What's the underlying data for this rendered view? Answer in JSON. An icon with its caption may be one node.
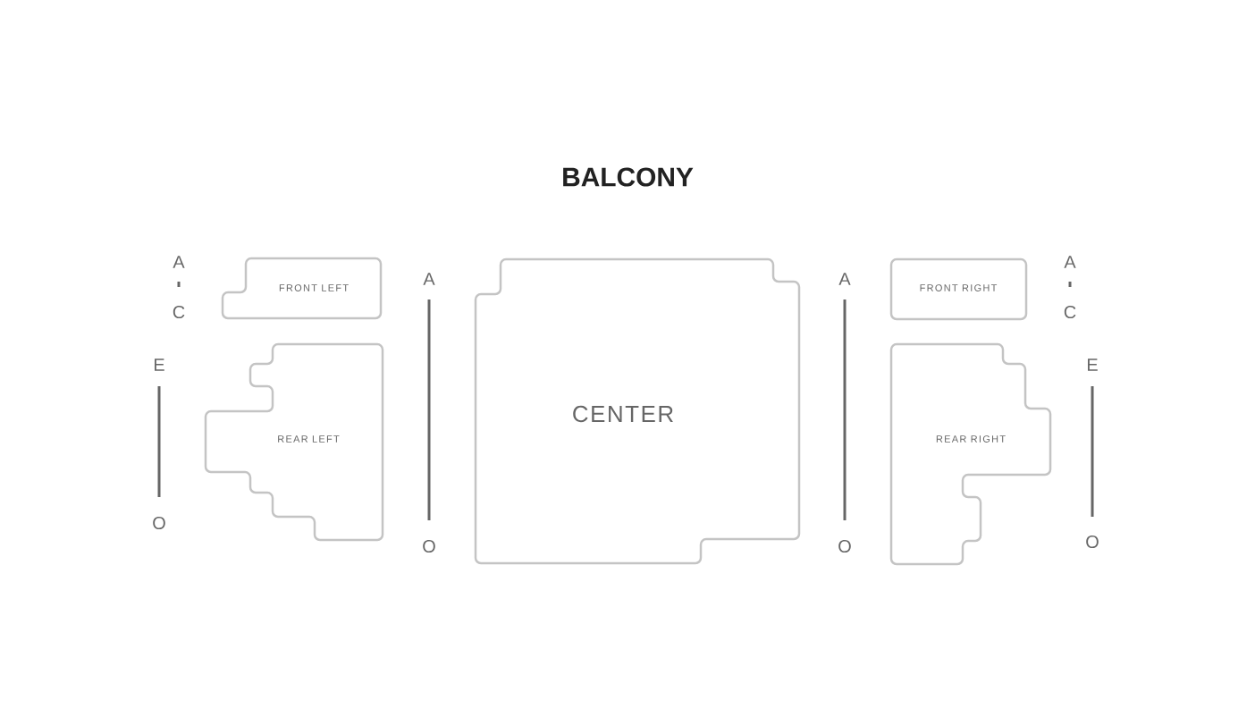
{
  "diagram": {
    "title": "BALCONY",
    "nodes": [
      {
        "text": [
          "FRONT LEFT"
        ]
      },
      {
        "text": [
          "REAR LEFT"
        ]
      },
      {
        "text": [
          "CENTER"
        ]
      },
      {
        "text": [
          "FRONT RIGHT"
        ]
      },
      {
        "text": [
          "REAR RIGHT"
        ]
      }
    ],
    "labels": [
      "A",
      "C",
      "E",
      "O",
      "A",
      "O",
      "A",
      "O",
      "A",
      "C",
      "E",
      "O"
    ]
  }
}
